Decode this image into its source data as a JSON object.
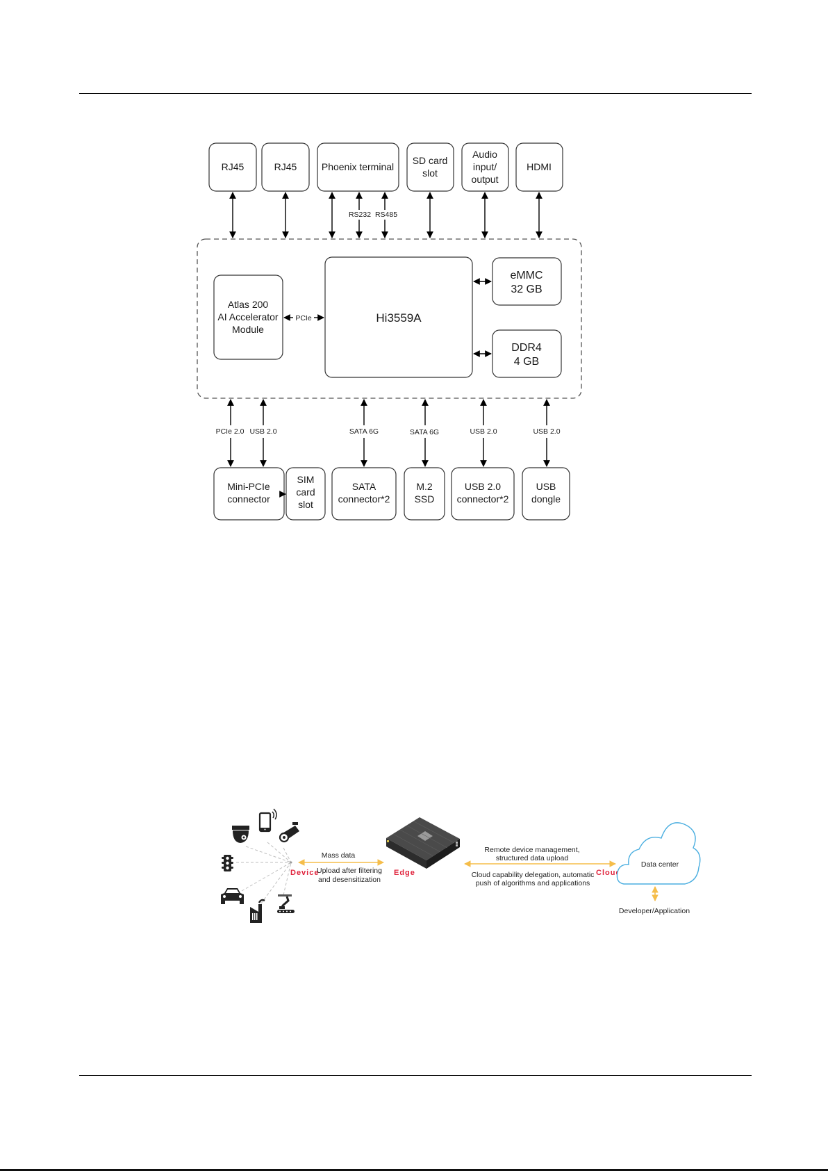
{
  "page": {
    "header_rule": true,
    "footer_rule": true
  },
  "hardware_diagram": {
    "top_interfaces": [
      {
        "id": "rj45-1",
        "lines": [
          "RJ45"
        ]
      },
      {
        "id": "rj45-2",
        "lines": [
          "RJ45"
        ]
      },
      {
        "id": "phoenix",
        "lines": [
          "Phoenix terminal"
        ]
      },
      {
        "id": "sd-card",
        "lines": [
          "SD card",
          "slot"
        ]
      },
      {
        "id": "audio",
        "lines": [
          "Audio",
          "input/",
          "output"
        ]
      },
      {
        "id": "hdmi",
        "lines": [
          "HDMI"
        ]
      }
    ],
    "top_link_labels": {
      "rs232": "RS232",
      "rs485": "RS485"
    },
    "soc": {
      "label": "Hi3559A"
    },
    "accelerator": {
      "lines": [
        "Atlas 200",
        "AI Accelerator",
        "Module"
      ]
    },
    "accelerator_link": "PCIe",
    "memory": [
      {
        "id": "emmc",
        "lines": [
          "eMMC",
          "32 GB"
        ]
      },
      {
        "id": "ddr4",
        "lines": [
          "DDR4",
          "4 GB"
        ]
      }
    ],
    "bottom_links": [
      "PCIe 2.0",
      "USB 2.0",
      "SATA 6G",
      "SATA 6G",
      "USB 2.0",
      "USB 2.0"
    ],
    "bottom_interfaces": [
      {
        "id": "mini-pcie",
        "lines": [
          "Mini-PCIe",
          "connector"
        ]
      },
      {
        "id": "sim",
        "lines": [
          "SIM",
          "card",
          "slot"
        ]
      },
      {
        "id": "sata",
        "lines": [
          "SATA",
          "connector*2"
        ]
      },
      {
        "id": "m2",
        "lines": [
          "M.2",
          "SSD"
        ]
      },
      {
        "id": "usb-conn",
        "lines": [
          "USB 2.0",
          "connector*2"
        ]
      },
      {
        "id": "usb-dongle",
        "lines": [
          "USB",
          "dongle"
        ]
      }
    ]
  },
  "architecture_diagram": {
    "device_label": "Device",
    "edge_label": "Edge",
    "cloud_label": "Cloud",
    "device_icons": [
      "dome-camera-icon",
      "smartphone-icon",
      "bullet-camera-icon",
      "traffic-light-icon",
      "car-icon",
      "factory-icon",
      "robot-arm-icon"
    ],
    "device_edge_top": "Mass data",
    "device_edge_bottom": [
      "Upload after filtering",
      "and desensitization"
    ],
    "edge_cloud_top": [
      "Remote device management,",
      "structured data upload"
    ],
    "edge_cloud_bottom": [
      "Cloud capability delegation, automatic",
      "push of algorithms and applications"
    ],
    "cloud_inner": "Data center",
    "cloud_below": "Developer/Application",
    "colors": {
      "arrow": "#f5bd4a",
      "label_red": "#e0243d",
      "cloud_stroke": "#4aaee0"
    }
  }
}
